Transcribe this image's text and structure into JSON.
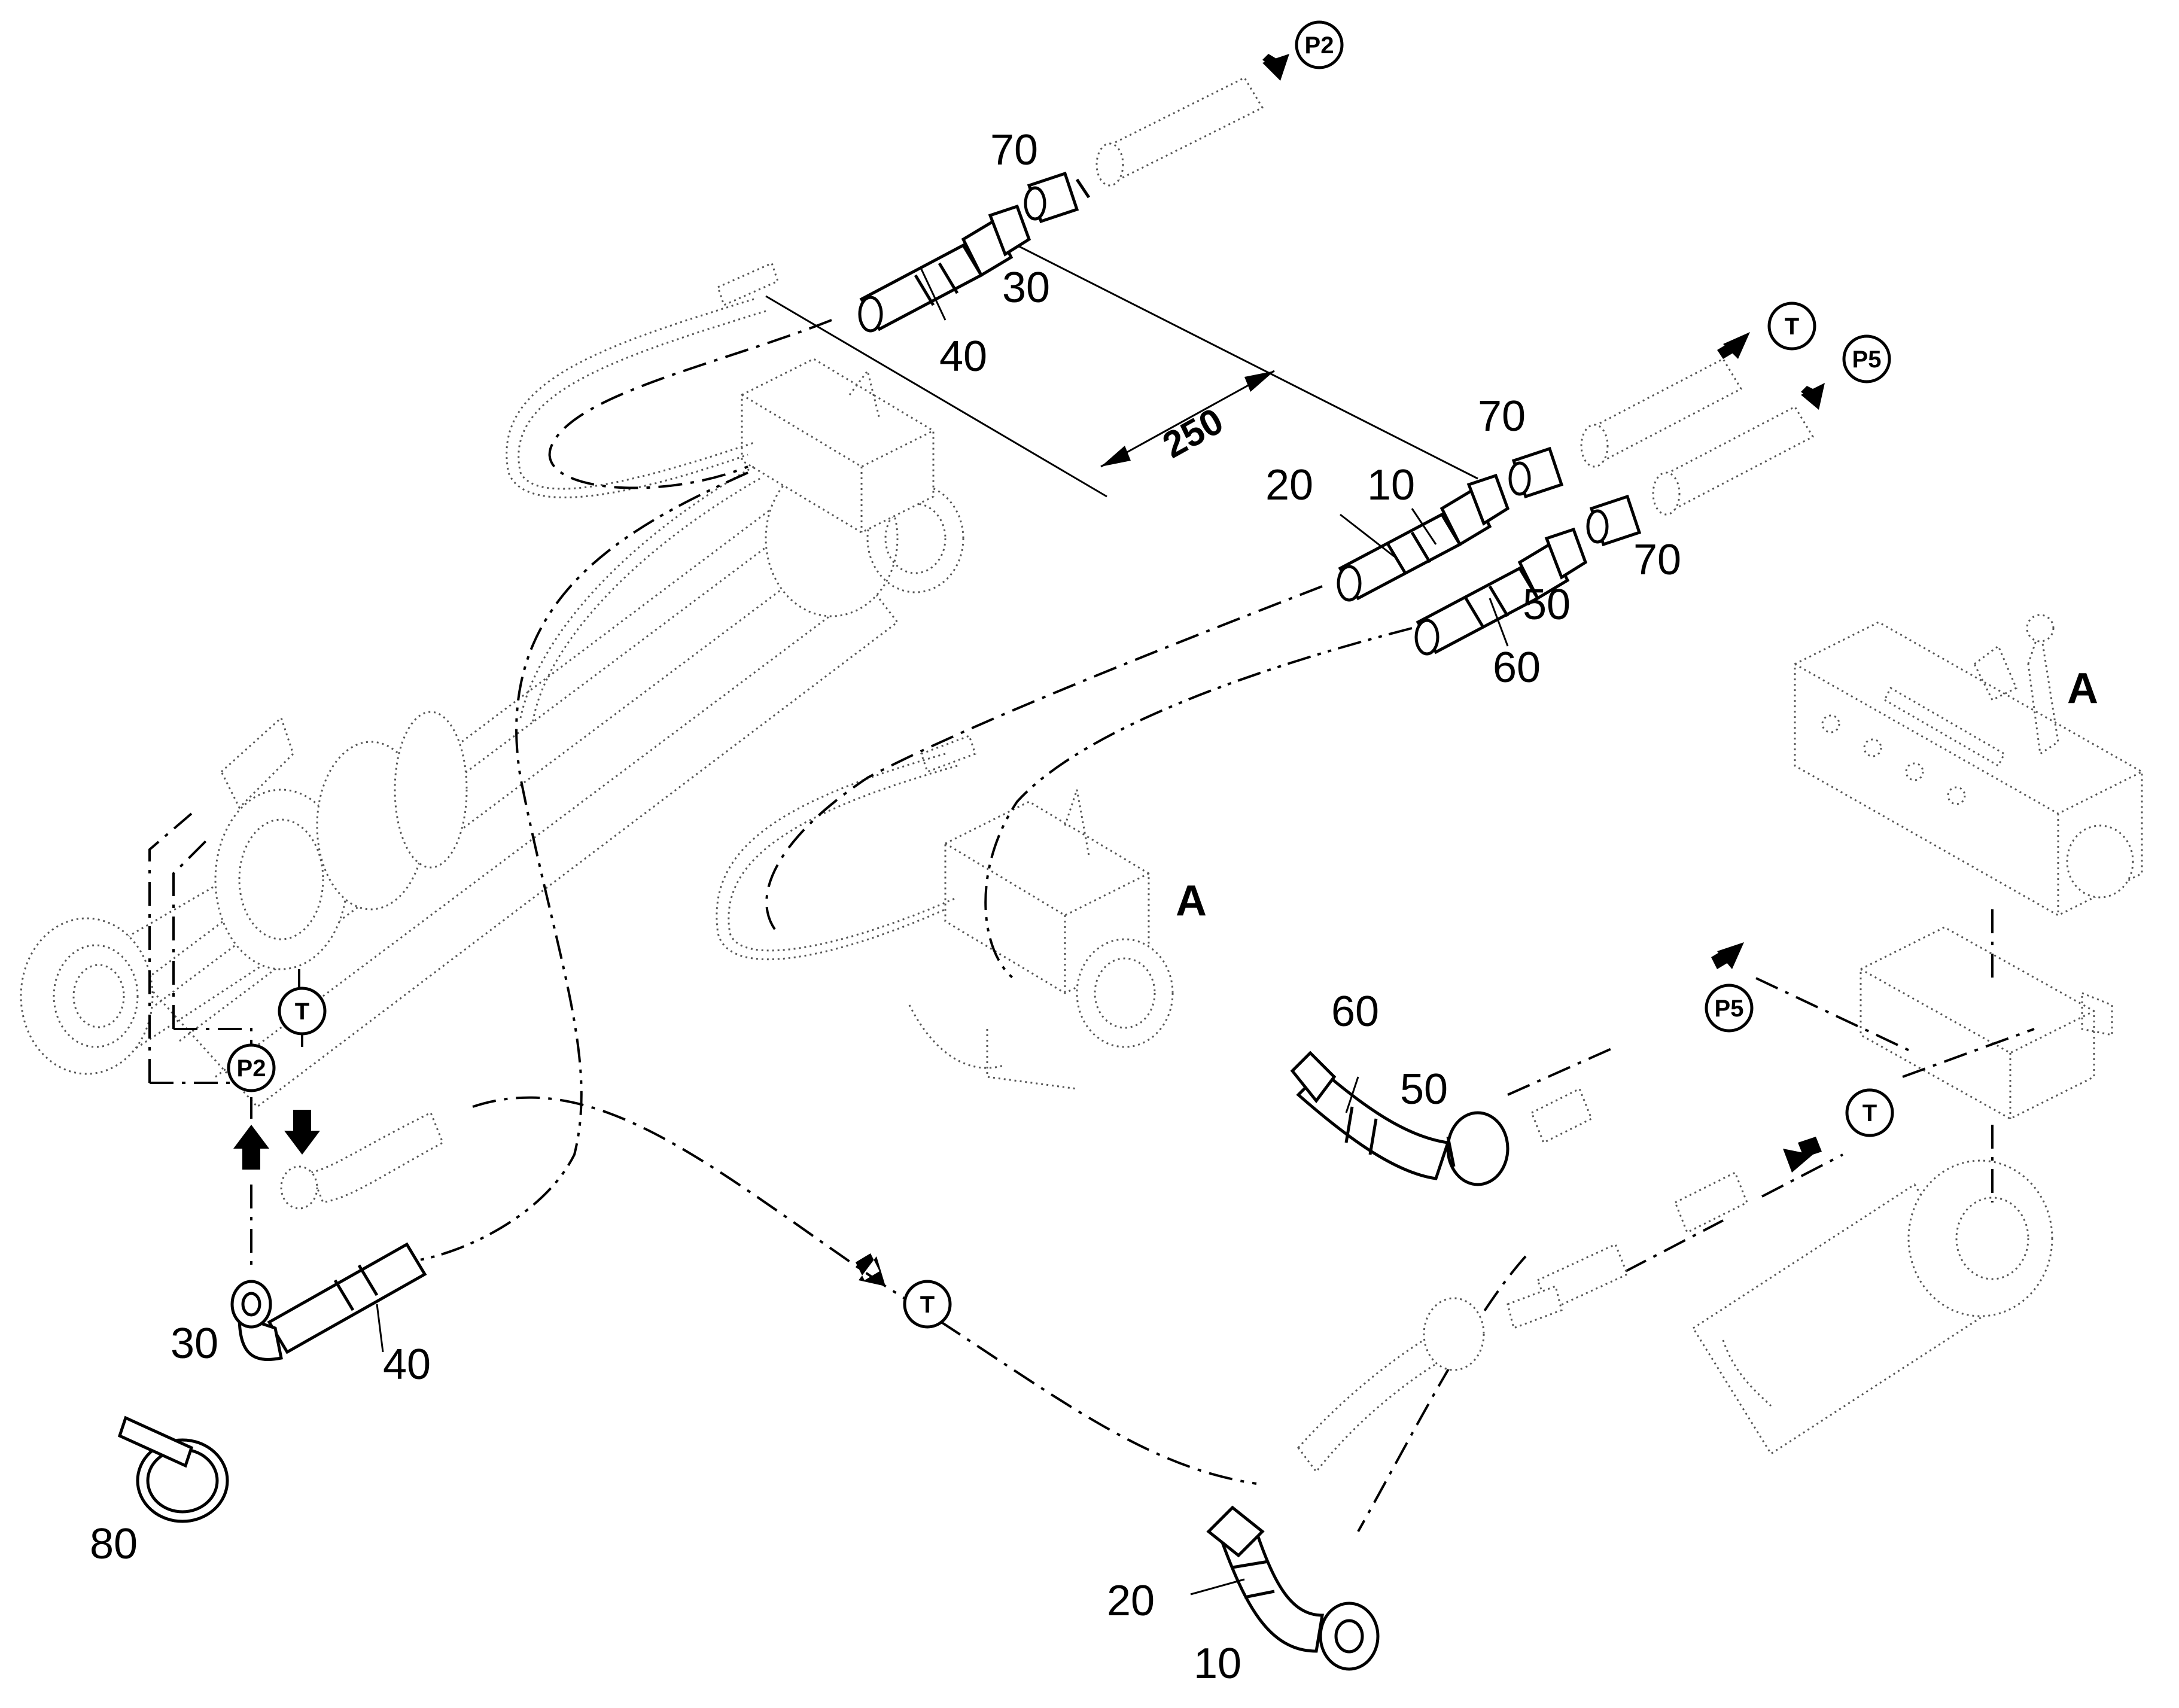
{
  "dimension": {
    "value": "250"
  },
  "views": {
    "main": "A",
    "detail": "A"
  },
  "ports": {
    "p2": "P2",
    "p5": "P5",
    "t": "T"
  },
  "callouts": {
    "n10": "10",
    "n20": "20",
    "n30": "30",
    "n40": "40",
    "n50": "50",
    "n60": "60",
    "n70": "70",
    "n80": "80"
  }
}
